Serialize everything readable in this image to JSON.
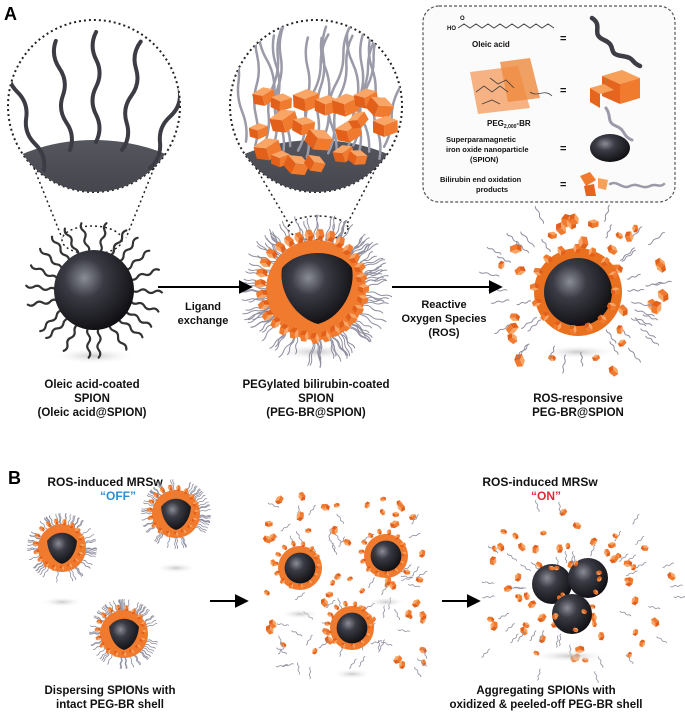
{
  "panel_a": {
    "letter": "A",
    "legend": {
      "oleic_acid": "Oleic acid",
      "peg_br_main": "PEG",
      "peg_br_sub": "2,000",
      "peg_br_tail": "-BR",
      "spion_line1": "Superparamagnetic",
      "spion_line2": "iron oxide nanoparticle",
      "spion_line3": "(SPION)",
      "oxidation_line1": "Bilirubin end oxidation",
      "oxidation_line2": "products",
      "equals": "=",
      "ho_label": "HO",
      "o_label": "O"
    },
    "step1_label": {
      "line1": "Oleic acid-coated",
      "line2": "SPION",
      "line3": "(Oleic acid@SPION)"
    },
    "arrow1_label": {
      "line1": "Ligand",
      "line2": "exchange"
    },
    "step2_label": {
      "line1": "PEGylated bilirubin-coated",
      "line2": "SPION",
      "line3": "(PEG-BR@SPION)"
    },
    "arrow2_label": {
      "line1": "Reactive",
      "line2": "Oxygen Species",
      "line3": "(ROS)"
    },
    "step3_label": {
      "line1": "ROS-responsive",
      "line2": "PEG-BR@SPION"
    }
  },
  "panel_b": {
    "letter": "B",
    "left_title": "ROS-induced MRSw",
    "left_state": "“OFF”",
    "right_title": "ROS-induced MRSw",
    "right_state": "“ON”",
    "left_caption": {
      "line1": "Dispersing SPIONs with",
      "line2": "intact PEG-BR shell"
    },
    "right_caption": {
      "line1": "Aggregating SPIONs with",
      "line2": "oxidized & peeled-off PEG-BR shell"
    }
  },
  "colors": {
    "off": "#2b8fd6",
    "on": "#e0293a",
    "shell": "#f07a2e",
    "core": "#1b1b20"
  }
}
